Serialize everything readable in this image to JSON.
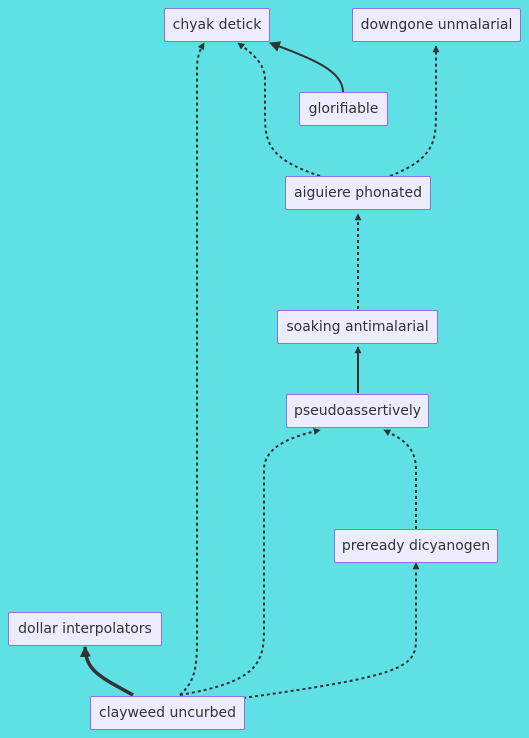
{
  "diagram": {
    "background": "#5ee0e5",
    "node_fill": "#ececff",
    "node_border": "#9370db",
    "text_color": "#333333",
    "nodes": {
      "chyak_detick": "chyak detick",
      "downgone_unmalarial": "downgone unmalarial",
      "glorifiable": "glorifiable",
      "aiguiere_phonated": "aiguiere phonated",
      "soaking_antimalarial": "soaking antimalarial",
      "pseudoassertively": "pseudoassertively",
      "preready_dicyanogen": "preready dicyanogen",
      "dollar_interpolators": "dollar interpolators",
      "clayweed_uncurbed": "clayweed uncurbed"
    },
    "edges": [
      {
        "from": "glorifiable",
        "to": "chyak_detick",
        "style": "solid"
      },
      {
        "from": "aiguiere_phonated",
        "to": "chyak_detick",
        "style": "dotted"
      },
      {
        "from": "aiguiere_phonated",
        "to": "downgone_unmalarial",
        "style": "dotted"
      },
      {
        "from": "soaking_antimalarial",
        "to": "aiguiere_phonated",
        "style": "dotted"
      },
      {
        "from": "pseudoassertively",
        "to": "soaking_antimalarial",
        "style": "solid"
      },
      {
        "from": "preready_dicyanogen",
        "to": "pseudoassertively",
        "style": "dotted"
      },
      {
        "from": "clayweed_uncurbed",
        "to": "pseudoassertively",
        "style": "dotted"
      },
      {
        "from": "clayweed_uncurbed",
        "to": "preready_dicyanogen",
        "style": "dotted"
      },
      {
        "from": "clayweed_uncurbed",
        "to": "chyak_detick",
        "style": "dotted"
      },
      {
        "from": "clayweed_uncurbed",
        "to": "dollar_interpolators",
        "style": "thick"
      }
    ]
  }
}
